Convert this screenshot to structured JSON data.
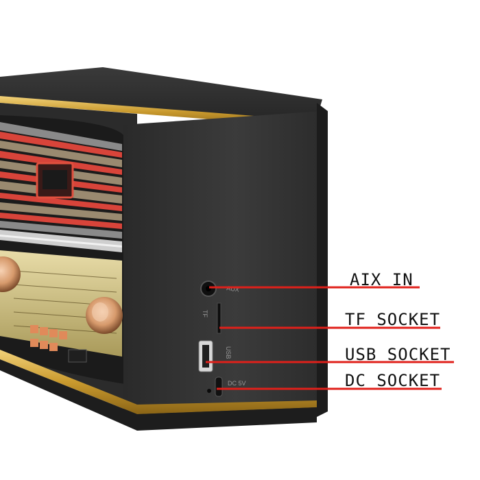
{
  "callouts": {
    "aix_in": "AIX IN",
    "tf_socket": "TF SOCKET",
    "usb_socket": "USB SOCKET",
    "dc_socket": "DC SOCKET"
  },
  "panel_print": {
    "aux": "AUX",
    "tf": "TF",
    "usb": "USB",
    "dc": "DC 5V"
  },
  "colors": {
    "body": "#2f2f2f",
    "gold_trim": "#c99a2e",
    "callout_line": "#e0201a",
    "grille_red": "#d8443a",
    "knob_copper": "#d79a6c"
  },
  "icons": [
    "aux-jack-icon",
    "tf-slot-icon",
    "usb-port-icon",
    "dc-port-icon"
  ]
}
